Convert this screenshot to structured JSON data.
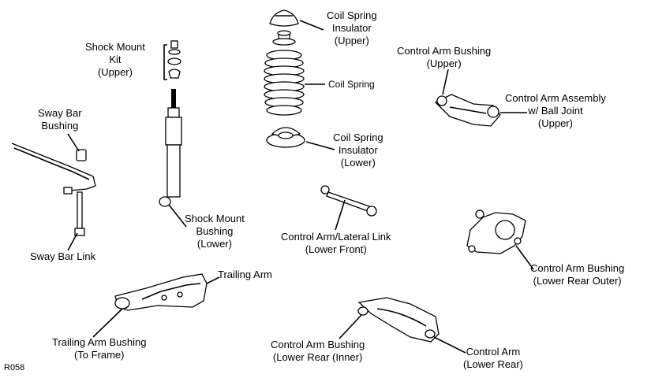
{
  "labels": {
    "coil_spring_insulator_upper": [
      "Coil Spring",
      "Insulator",
      "(Upper)"
    ],
    "shock_mount_kit_upper": [
      "Shock Mount",
      "Kit",
      "(Upper)"
    ],
    "coil_spring": "Coil Spring",
    "control_arm_bushing_upper": [
      "Control Arm Bushing",
      "(Upper)"
    ],
    "control_arm_assembly_upper": [
      "Control Arm Assembly",
      "w/ Ball Joint",
      "(Upper)"
    ],
    "sway_bar_bushing": [
      "Sway Bar",
      "Bushing"
    ],
    "coil_spring_insulator_lower": [
      "Coil Spring",
      "Insulator",
      "(Lower)"
    ],
    "shock_mount_bushing_lower": [
      "Shock Mount",
      "Bushing",
      "(Lower)"
    ],
    "control_arm_lateral_link": [
      "Control Arm/Lateral Link",
      "(Lower Front)"
    ],
    "sway_bar_link": "Sway Bar Link",
    "control_arm_bushing_lower_rear_outer": [
      "Control Arm Bushing",
      "(Lower Rear Outer)"
    ],
    "trailing_arm": "Trailing Arm",
    "trailing_arm_bushing": [
      "Trailing Arm Bushing",
      "(To Frame)"
    ],
    "control_arm_bushing_lower_rear_inner": [
      "Control Arm Bushing",
      "(Lower Rear (Inner)"
    ],
    "control_arm_lower_rear": [
      "Control Arm",
      "(Lower Rear)"
    ]
  },
  "reference_code": "R058"
}
